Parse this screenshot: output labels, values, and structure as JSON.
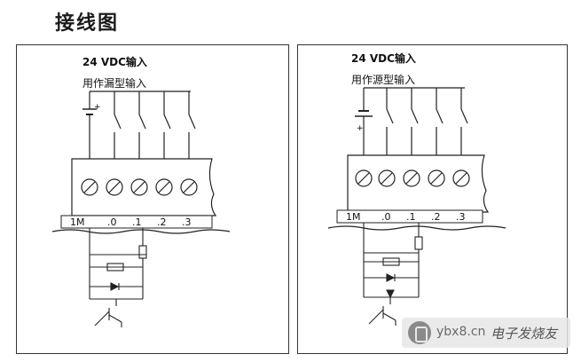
{
  "heading": "接线图",
  "panels": [
    {
      "title": "24 VDC输入",
      "subtitle": "用作漏型输入",
      "terminals": [
        "1M",
        ".0",
        ".1",
        ".2",
        ".3"
      ]
    },
    {
      "title": "24 VDC输入",
      "subtitle": "用作源型输入",
      "terminals": [
        "1M",
        ".0",
        ".1",
        ".2",
        ".3"
      ]
    }
  ],
  "watermark": {
    "text": "ybx8.cn",
    "brand": "电子发烧友"
  }
}
